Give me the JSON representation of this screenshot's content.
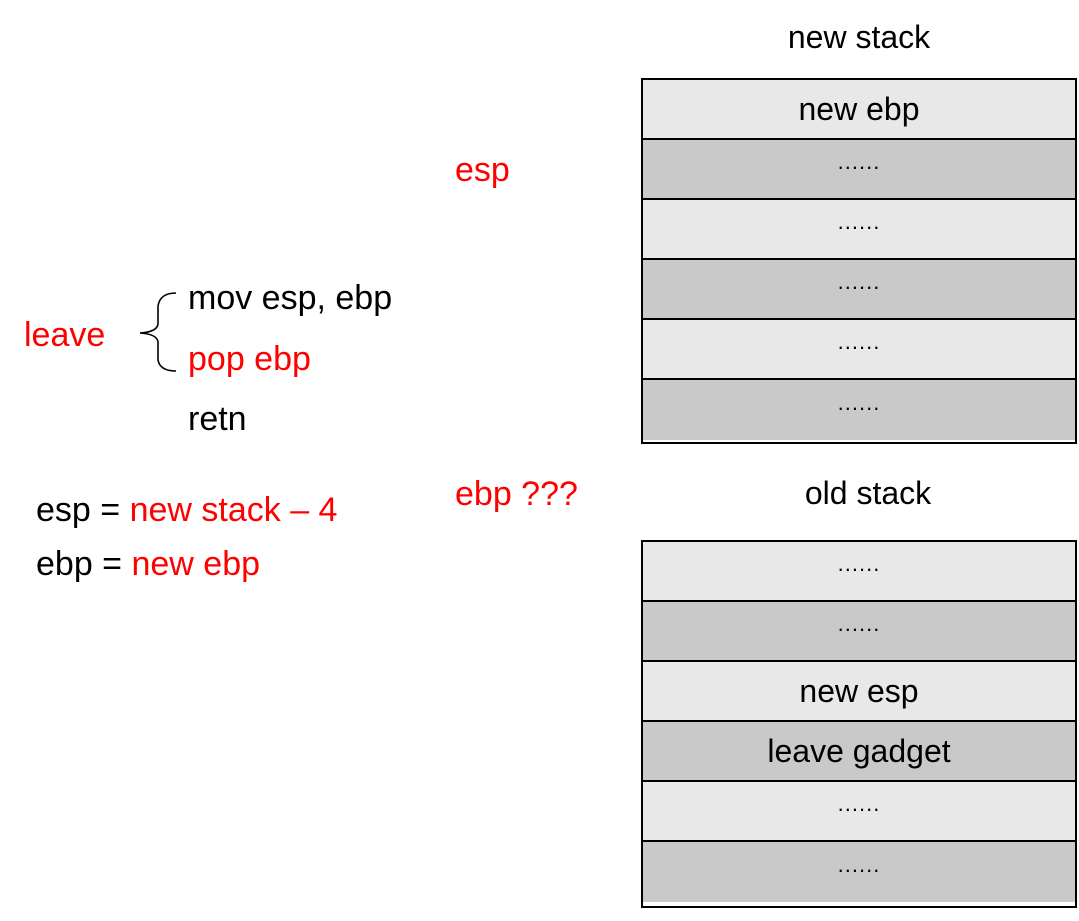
{
  "left": {
    "leave_label": "leave",
    "instr_mov": "mov esp, ebp",
    "instr_pop": "pop ebp",
    "instr_retn": "retn",
    "esp_eq_prefix": "esp = ",
    "esp_eq_value": "new stack – 4",
    "ebp_eq_prefix": "ebp = ",
    "ebp_eq_value": "new ebp"
  },
  "pointers": {
    "esp": "esp",
    "ebp": "ebp ???"
  },
  "new_stack": {
    "title": "new stack",
    "cells": [
      "new ebp",
      "......",
      "......",
      "......",
      "......",
      "......"
    ]
  },
  "old_stack": {
    "title": "old stack",
    "cells": [
      "......",
      "......",
      "new esp",
      "leave gadget",
      "......",
      "......"
    ]
  },
  "colors": {
    "highlight": "#ff0000",
    "cell_light": "#e8e8e8",
    "cell_dark": "#c9c9c9"
  }
}
